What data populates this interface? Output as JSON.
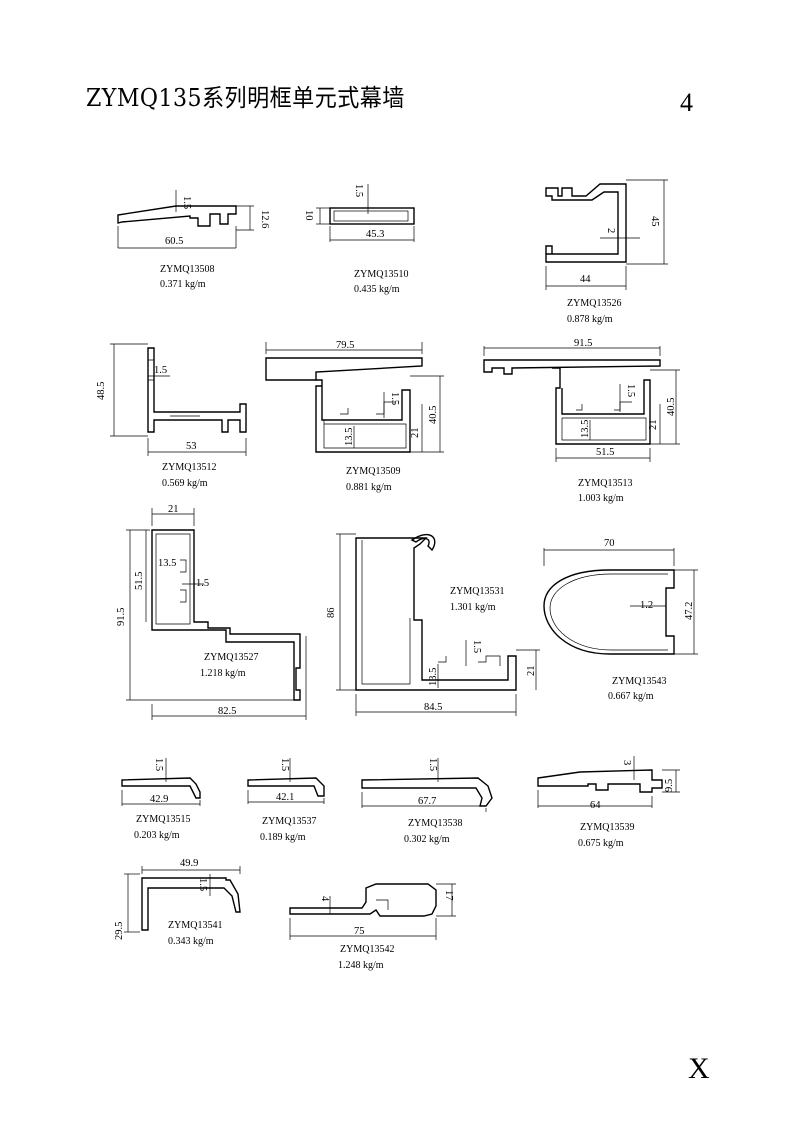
{
  "title": "ZYMQ135系列明框单元式幕墙",
  "page_number": "4",
  "corner_mark": "X",
  "profiles": [
    {
      "code": "ZYMQ13508",
      "weight": "0.371 kg/m",
      "dims": [
        "60.5",
        "1.5",
        "12.6"
      ]
    },
    {
      "code": "ZYMQ13510",
      "weight": "0.435 kg/m",
      "dims": [
        "45.3",
        "1.5",
        "10"
      ]
    },
    {
      "code": "ZYMQ13526",
      "weight": "0.878 kg/m",
      "dims": [
        "44",
        "2",
        "45"
      ]
    },
    {
      "code": "ZYMQ13512",
      "weight": "0.569 kg/m",
      "dims": [
        "53",
        "1.5",
        "48.5"
      ]
    },
    {
      "code": "ZYMQ13509",
      "weight": "0.881 kg/m",
      "dims": [
        "79.5",
        "1.5",
        "13.5",
        "21",
        "40.5"
      ]
    },
    {
      "code": "ZYMQ13513",
      "weight": "1.003 kg/m",
      "dims": [
        "91.5",
        "1.5",
        "13.5",
        "51.5",
        "21",
        "40.5"
      ]
    },
    {
      "code": "ZYMQ13527",
      "weight": "1.218 kg/m",
      "dims": [
        "21",
        "13.5",
        "1.5",
        "51.5",
        "91.5",
        "82.5"
      ]
    },
    {
      "code": "ZYMQ13531",
      "weight": "1.301 kg/m",
      "dims": [
        "86",
        "1.5",
        "13.5",
        "21",
        "84.5"
      ]
    },
    {
      "code": "ZYMQ13543",
      "weight": "0.667 kg/m",
      "dims": [
        "70",
        "1.2",
        "47.2"
      ]
    },
    {
      "code": "ZYMQ13515",
      "weight": "0.203 kg/m",
      "dims": [
        "1.5",
        "42.9"
      ]
    },
    {
      "code": "ZYMQ13537",
      "weight": "0.189 kg/m",
      "dims": [
        "1.5",
        "42.1"
      ]
    },
    {
      "code": "ZYMQ13538",
      "weight": "0.302 kg/m",
      "dims": [
        "1.5",
        "67.7"
      ]
    },
    {
      "code": "ZYMQ13539",
      "weight": "0.675 kg/m",
      "dims": [
        "3",
        "9.5",
        "64"
      ]
    },
    {
      "code": "ZYMQ13541",
      "weight": "0.343 kg/m",
      "dims": [
        "49.9",
        "1.5",
        "29.5"
      ]
    },
    {
      "code": "ZYMQ13542",
      "weight": "1.248 kg/m",
      "dims": [
        "4",
        "17",
        "75"
      ]
    }
  ]
}
